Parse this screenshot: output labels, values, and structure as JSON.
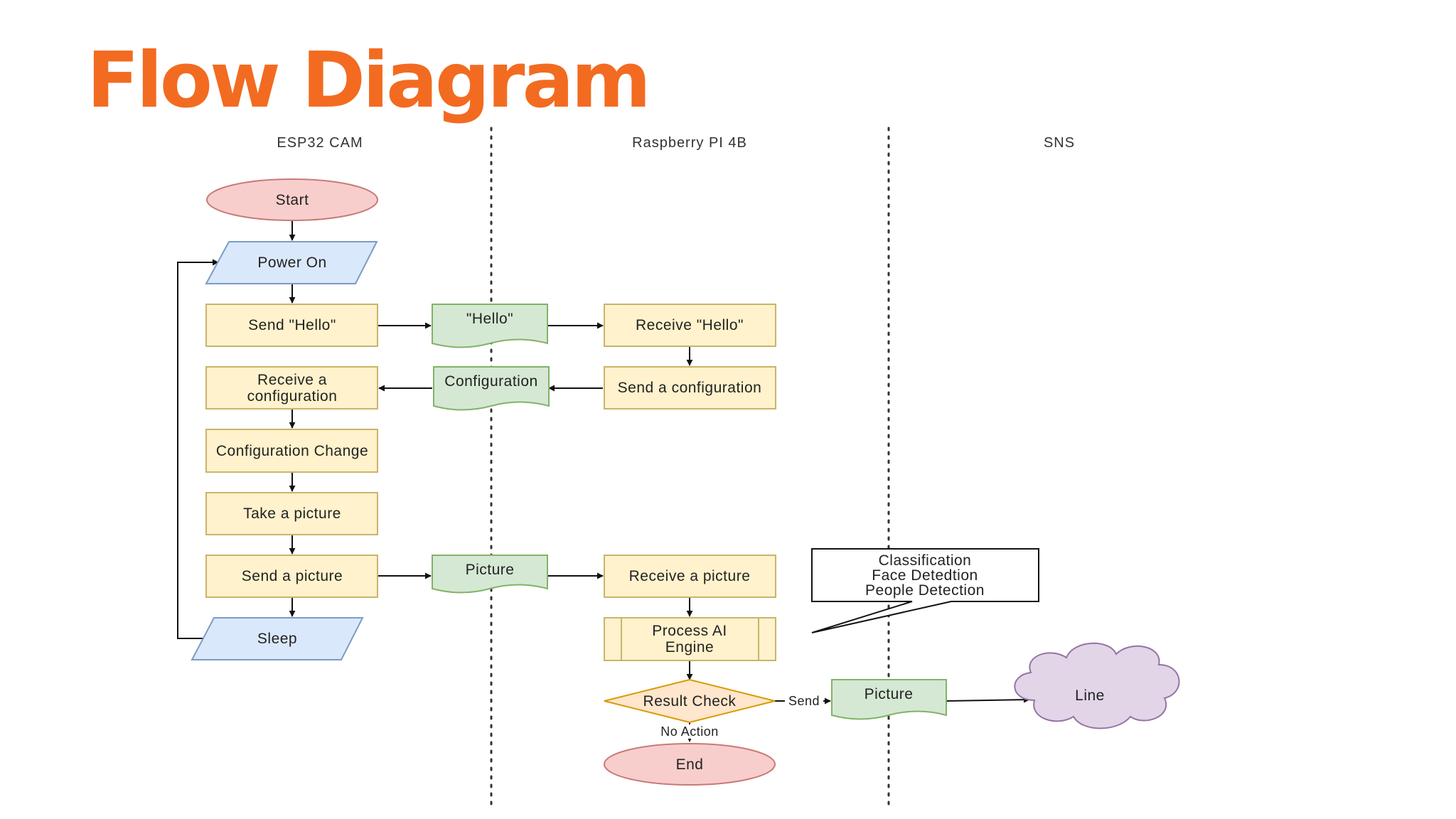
{
  "title": "Flow Diagram",
  "colors": {
    "title": "#f26b21",
    "terminator_fill": "#f8cecc",
    "terminator_stroke": "#c77a77",
    "io_fill": "#dae8fc",
    "io_stroke": "#7b9cc4",
    "process_fill": "#fff2cc",
    "process_stroke": "#c9b46a",
    "document_fill": "#d5e8d4",
    "document_stroke": "#82b366",
    "decision_fill": "#ffe6cc",
    "decision_stroke": "#d79b00",
    "cloud_fill": "#e1d5e7",
    "cloud_stroke": "#9673a6",
    "line": "#111111"
  },
  "lanes": [
    "ESP32 CAM",
    "Raspberry PI 4B",
    "SNS"
  ],
  "nodes": {
    "start": "Start",
    "power_on": "Power On",
    "send_hello": "Send \"Hello\"",
    "hello_doc": "\"Hello\"",
    "receive_hello": "Receive \"Hello\"",
    "send_config": "Send a configuration",
    "config_doc": "Configuration",
    "receive_config": [
      "Receive a",
      "configuration"
    ],
    "config_change": "Configuration Change",
    "take_picture": "Take a picture",
    "send_picture": "Send a picture",
    "picture_doc": "Picture",
    "receive_picture": "Receive a picture",
    "process_ai": [
      "Process AI",
      "Engine"
    ],
    "sleep": "Sleep",
    "result_check": "Result Check",
    "picture_doc_2": "Picture",
    "line": "Line",
    "end": "End"
  },
  "callout": [
    "Classification",
    "Face Detedtion",
    "People Detection"
  ],
  "edge_labels": {
    "send": "Send",
    "no_action": "No Action"
  }
}
